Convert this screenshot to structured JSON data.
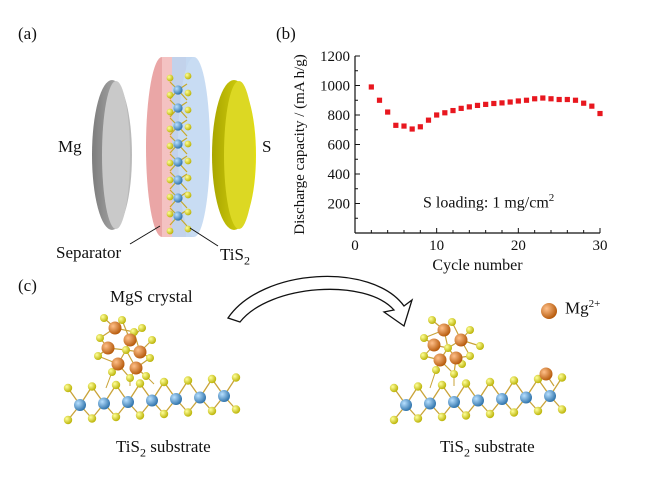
{
  "panel_a": {
    "label": "(a)",
    "mg": "Mg",
    "s": "S",
    "separator": "Separator",
    "tis2_base": "TiS",
    "tis2_sub": "2"
  },
  "panel_b": {
    "label": "(b)",
    "annotation_main": "S loading: 1 mg/cm",
    "annotation_sup": "2"
  },
  "panel_c": {
    "label": "(c)",
    "mgs_crystal": "MgS crystal",
    "mg_ion_base": "Mg",
    "mg_ion_sup": "2+",
    "substrate_left_pre": "TiS",
    "substrate_left_sub": "2",
    "substrate_left_post": " substrate",
    "substrate_right_pre": "TiS",
    "substrate_right_sub": "2",
    "substrate_right_post": " substrate"
  },
  "colors": {
    "marker": "#e8171f",
    "mg_ion": "#d9731a",
    "sulfur": "#e6e610",
    "titanium": "#4f9fd4",
    "separator_pink": "#f2b7b7",
    "separator_blue": "#b9d3ef",
    "s_disc": "#cfcc1a"
  },
  "chart_data": {
    "type": "scatter",
    "xlabel": "Cycle number",
    "ylabel": "Discharge capacity / (mA h/g)",
    "xlim": [
      0,
      30
    ],
    "ylim": [
      0,
      1200
    ],
    "xticks": [
      0,
      10,
      20,
      30
    ],
    "yticks": [
      200,
      400,
      600,
      800,
      1000,
      1200
    ],
    "grid": false,
    "x": [
      2,
      3,
      4,
      5,
      6,
      7,
      8,
      9,
      10,
      11,
      12,
      13,
      14,
      15,
      16,
      17,
      18,
      19,
      20,
      21,
      22,
      23,
      24,
      25,
      26,
      27,
      28,
      29,
      30
    ],
    "y": [
      990,
      900,
      820,
      730,
      725,
      705,
      720,
      765,
      800,
      815,
      830,
      845,
      855,
      865,
      872,
      878,
      882,
      888,
      895,
      900,
      910,
      915,
      910,
      905,
      905,
      900,
      880,
      860,
      810
    ]
  }
}
